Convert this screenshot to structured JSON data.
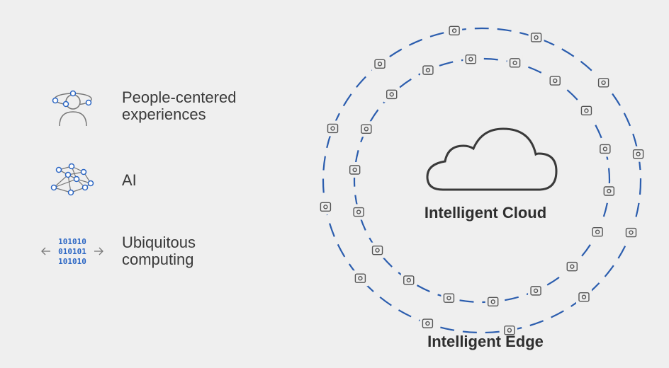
{
  "legend": [
    {
      "label": "People-centered\nexperiences",
      "icon": "person-orbit-icon"
    },
    {
      "label": "AI",
      "icon": "neural-network-icon"
    },
    {
      "label": "Ubiquitous\ncomputing",
      "icon": "binary-arrows-icon"
    }
  ],
  "binary_lines": [
    "101010",
    "010101",
    "101010"
  ],
  "center": {
    "title": "Intelligent Cloud"
  },
  "edge": {
    "title": "Intelligent Edge"
  },
  "ring_icons": {
    "outer": [
      "clipboard-icon",
      "heart-monitor-icon",
      "tent-icon",
      "people-icon",
      "sensor-icon",
      "gamepad-icon",
      "barcode-icon",
      "lock-device-icon",
      "phone-device-icon",
      "cart-icon",
      "lightbulb-icon",
      "mail-icon"
    ],
    "inner": [
      "laptop-icon",
      "car-icon",
      "face-scan-icon",
      "devices-icon",
      "camera-icon",
      "calendar-icon",
      "eye-icon",
      "airplane-icon",
      "wrench-icon",
      "translate-icon",
      "chip-icon",
      "signal-icon",
      "contact-card-icon",
      "factory-icon",
      "touch-icon",
      "headset-icon",
      "runner-icon",
      "voice-user-icon"
    ]
  },
  "colors": {
    "ring": "#2b5dae",
    "icon": "#555555",
    "accent": "#2b66c4"
  }
}
